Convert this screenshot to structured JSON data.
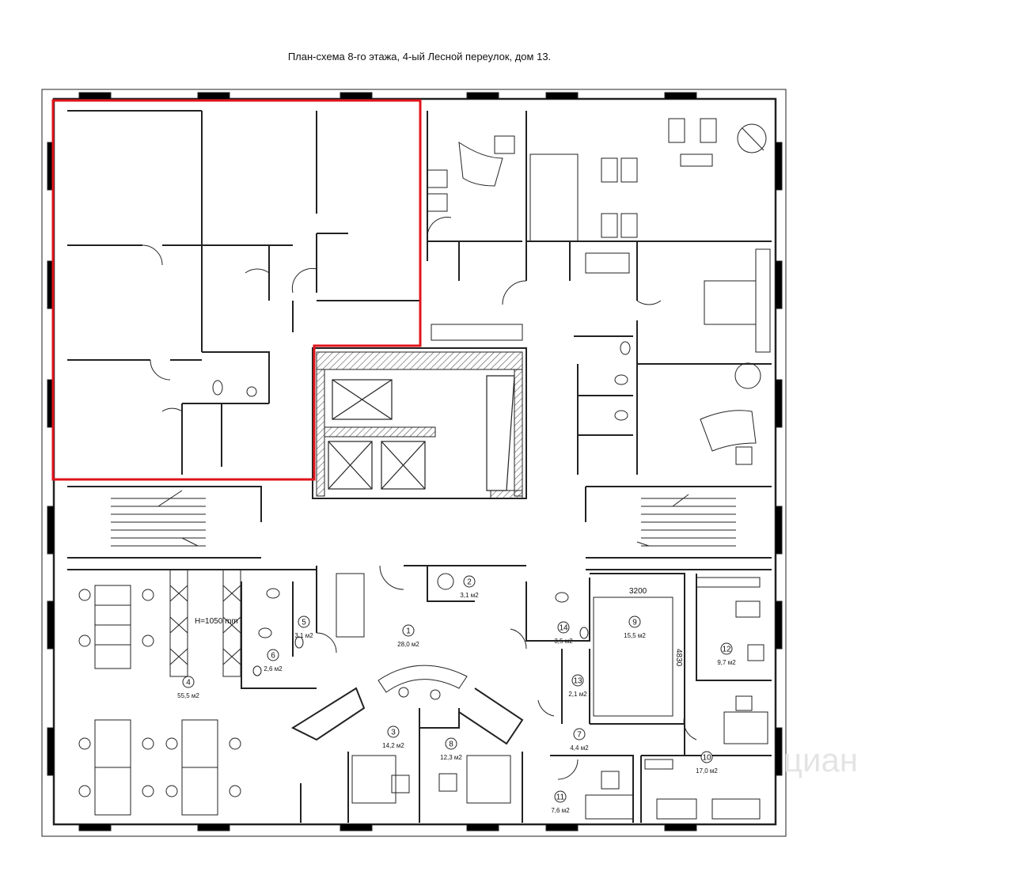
{
  "title": "План-схема 8-го этажа, 4-ый Лесной переулок, дом 13.",
  "annotations": {
    "height_note": "H=1050 mm",
    "dim_width": "3200",
    "dim_height": "4830"
  },
  "rooms": [
    {
      "num": "1",
      "area": "28,0 м2"
    },
    {
      "num": "2",
      "area": "3,1 м2"
    },
    {
      "num": "3",
      "area": "14,2 м2"
    },
    {
      "num": "4",
      "area": "55,5 м2"
    },
    {
      "num": "5",
      "area": "3,1 м2"
    },
    {
      "num": "6",
      "area": "2,6 м2"
    },
    {
      "num": "7",
      "area": "4,4 м2"
    },
    {
      "num": "8",
      "area": "12,3 м2"
    },
    {
      "num": "9",
      "area": "15,5 м2"
    },
    {
      "num": "10",
      "area": "17,0 м2"
    },
    {
      "num": "11",
      "area": "7,6 м2"
    },
    {
      "num": "12",
      "area": "9,7 м2"
    },
    {
      "num": "13",
      "area": "2,1 м2"
    },
    {
      "num": "14",
      "area": "3,5 м2"
    }
  ],
  "colors": {
    "wall": "#222222",
    "highlight": "#e0141b",
    "hatch": "#555555"
  }
}
